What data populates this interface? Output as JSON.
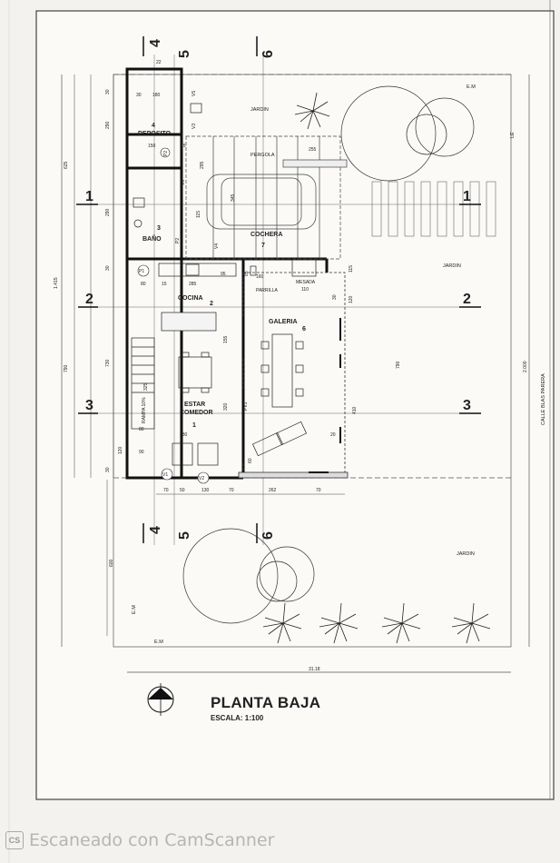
{
  "plan": {
    "title": "PLANTA BAJA",
    "scale": "ESCALA: 1:100",
    "street": "CALLE BLAS PARERA",
    "rooms": {
      "deposito": {
        "name": "DEPOSITO",
        "num": "4"
      },
      "bano": {
        "name": "BAÑO",
        "num": "3"
      },
      "cochera": {
        "name": "COCHERA",
        "num": "7"
      },
      "cocina": {
        "name": "COCINA",
        "num": "2"
      },
      "galeria": {
        "name": "GALERIA",
        "num": "6"
      },
      "estar": {
        "name": "ESTAR",
        "name2": "COMEDOR",
        "num": "1"
      }
    },
    "labels": {
      "jardin": "JARDIN",
      "pergola": "PERGOLA",
      "parrilla": "PARRILLA",
      "mesada": "MESADA",
      "em": "E.M",
      "le": "LE",
      "rampa": "RAMPA 10%"
    },
    "axes": {
      "one": "1",
      "two": "2",
      "three": "3",
      "four": "4",
      "five": "5",
      "six": "6"
    },
    "openings": {
      "p1": "P1",
      "p2": "P2",
      "v1": "V1",
      "v2": "V2",
      "v3": "V3",
      "v4": "V4",
      "v5": "V5",
      "v6": "V6",
      "pv1": "PV1"
    },
    "dims": {
      "d22": "22",
      "d30": "30",
      "d180": "180",
      "d150": "150",
      "d15": "15",
      "d290": "290",
      "d625": "625",
      "d1415": "1.415",
      "d295": "295",
      "d285": "285",
      "d80": "80",
      "d95": "95",
      "d160": "160",
      "d110": "110",
      "d115": "115",
      "d85": "85",
      "d120": "120",
      "d790": "790",
      "d730": "730",
      "d325": "325",
      "d380": "380",
      "d410": "410",
      "d90": "90",
      "d60": "60",
      "d20": "20",
      "d70": "70",
      "d50": "50",
      "d130": "130",
      "d262": "262",
      "d600": "600",
      "d2000": "2.000",
      "d3118": "31.18",
      "d255": "255",
      "d345": "345",
      "d155": "155",
      "d320": "320",
      "d250": "250"
    }
  },
  "scanner": {
    "icon": "CS",
    "text": "Escaneado con CamScanner"
  }
}
